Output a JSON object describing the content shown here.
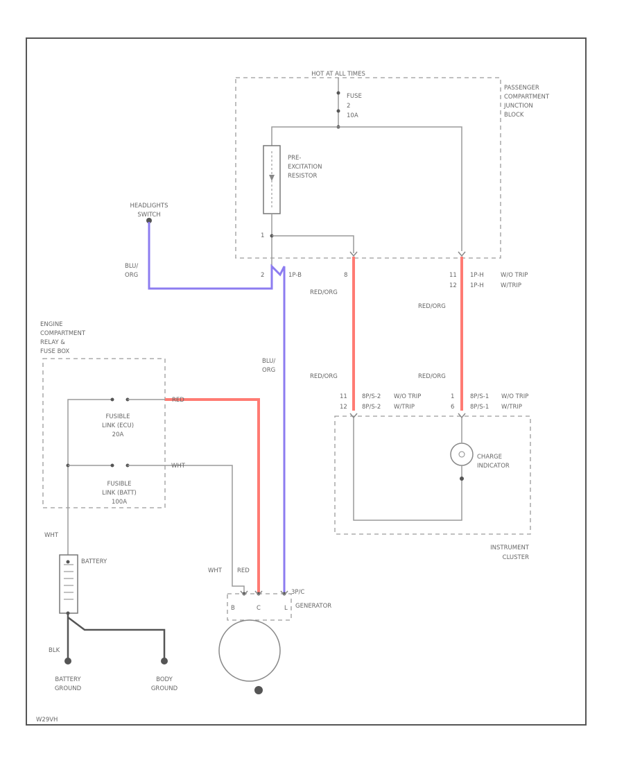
{
  "diagram_code": "W29VH",
  "pass_box": {
    "header": "HOT AT ALL TIMES",
    "label": [
      "PASSENGER",
      "COMPARTMENT",
      "JUNCTION",
      "BLOCK"
    ],
    "fuse_label": [
      "FUSE",
      "2",
      "10A"
    ],
    "resistor_label": [
      "PRE-",
      "EXCITATION",
      "RESISTOR"
    ],
    "pin_upper": "1",
    "pin_2": "2",
    "conn_2": "1P-B",
    "pin_8": "8",
    "pin_11": "11",
    "pin_12": "12",
    "conn_11": "1P-H",
    "conn_12": "1P-H",
    "note_11": "W/O TRIP",
    "note_12": "W/TRIP"
  },
  "headlight_switch": [
    "HEADLIGHTS",
    "SWITCH"
  ],
  "wire_colors": {
    "blu_org": [
      "BLU/",
      "ORG"
    ],
    "red_org": "RED/ORG",
    "red": "RED",
    "wht": "WHT",
    "blk": "BLK"
  },
  "engine_box": {
    "label": [
      "ENGINE",
      "COMPARTMENT",
      "RELAY &",
      "FUSE BOX"
    ],
    "fuse1": [
      "FUSIBLE",
      "LINK (ECU)",
      "20A"
    ],
    "fuse2": [
      "FUSIBLE",
      "LINK (BATT)",
      "100A"
    ]
  },
  "cluster": {
    "pin_left_top": "11",
    "pin_left_bot": "12",
    "conn_left_top": "8P/S-2",
    "conn_left_bot": "8P/S-2",
    "pin_right_top": "1",
    "pin_right_bot": "6",
    "conn_right_top": "8P/S-1",
    "conn_right_bot": "8P/S-1",
    "note_wo_trip": "W/O TRIP",
    "note_w_trip": "W/TRIP",
    "indicator": [
      "CHARGE",
      "INDICATOR"
    ],
    "label": [
      "INSTRUMENT",
      "CLUSTER"
    ]
  },
  "battery": "BATTERY",
  "generator": {
    "conn": "3P/C",
    "label": "GENERATOR",
    "terminals": [
      "B",
      "C",
      "L"
    ],
    "wire_labels": [
      "WHT",
      "RED"
    ]
  },
  "grounds": {
    "battery": [
      "BATTERY",
      "GROUND"
    ],
    "body": [
      "BODY",
      "GROUND"
    ]
  }
}
